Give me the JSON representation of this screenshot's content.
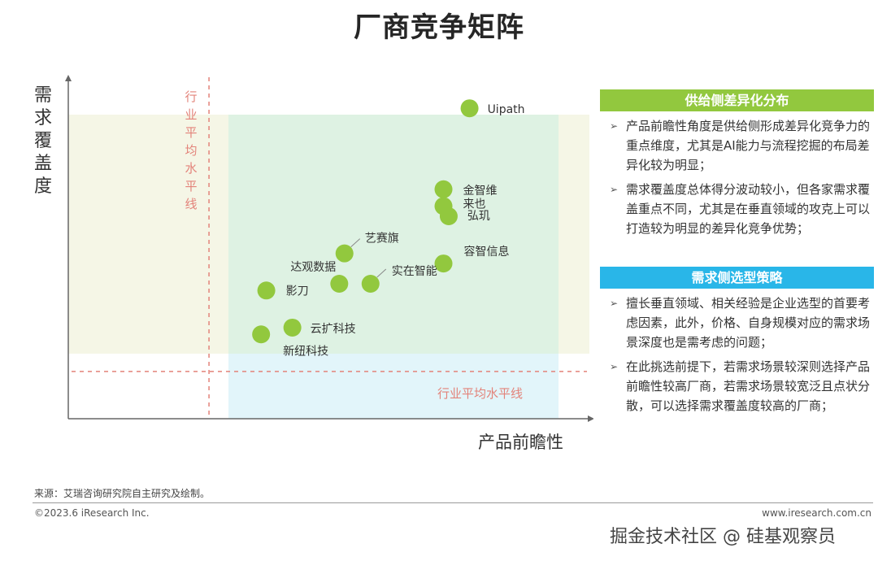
{
  "page": {
    "title": "厂商竞争矩阵",
    "source": "来源：艾瑞咨询研究院自主研究及绘制。",
    "copyright": "©2023.6 iResearch Inc.",
    "website": "www.iresearch.com.cn",
    "watermark": "掘金技术社区 @ 硅基观察员"
  },
  "chart_data": {
    "type": "scatter",
    "title": "厂商竞争矩阵",
    "xlabel": "产品前瞻性",
    "ylabel": "需求覆盖度",
    "xlim": [
      0,
      100
    ],
    "ylim": [
      0,
      100
    ],
    "grid": false,
    "reference_lines": {
      "x_average": {
        "value": 27,
        "label": "行业平均水平线"
      },
      "y_average": {
        "value": 14,
        "label": "行业平均水平线"
      }
    },
    "points": [
      {
        "name": "Uipath",
        "x": 77,
        "y": 92
      },
      {
        "name": "金智维",
        "x": 72,
        "y": 68
      },
      {
        "name": "来也",
        "x": 72,
        "y": 63
      },
      {
        "name": "弘玑",
        "x": 73,
        "y": 60
      },
      {
        "name": "容智信息",
        "x": 72,
        "y": 46
      },
      {
        "name": "艺赛旗",
        "x": 53,
        "y": 49
      },
      {
        "name": "达观数据",
        "x": 52,
        "y": 40
      },
      {
        "name": "实在智能",
        "x": 58,
        "y": 40
      },
      {
        "name": "影刀",
        "x": 38,
        "y": 38
      },
      {
        "name": "云扩科技",
        "x": 43,
        "y": 27
      },
      {
        "name": "新纽科技",
        "x": 37,
        "y": 25
      }
    ],
    "colors": {
      "point": "#92c83e",
      "average_line": "#e3837a",
      "band_top_left": "#f5f6e6",
      "band_top_right": "#def2e3",
      "band_bottom_right": "#e2f5fa",
      "axis": "#666666"
    }
  },
  "sidebar": {
    "sections": [
      {
        "title": "供给侧差异化分布",
        "color": "#92c83e",
        "bullets": [
          "产品前瞻性角度是供给侧形成差异化竞争力的重点维度，尤其是AI能力与流程挖掘的布局差异化较为明显；",
          "需求覆盖度总体得分波动较小，但各家需求覆盖重点不同，尤其是在垂直领域的攻克上可以打造较为明显的差异化竞争优势；"
        ]
      },
      {
        "title": "需求侧选型策略",
        "color": "#29b6e8",
        "bullets": [
          "擅长垂直领域、相关经验是企业选型的首要考虑因素，此外，价格、自身规模对应的需求场景深度也是需考虑的问题；",
          "在此挑选前提下，若需求场景较深则选择产品前瞻性较高厂商，若需求场景较宽泛且点状分散，可以选择需求覆盖度较高的厂商；"
        ]
      }
    ],
    "arrow_glyph": "➢"
  }
}
